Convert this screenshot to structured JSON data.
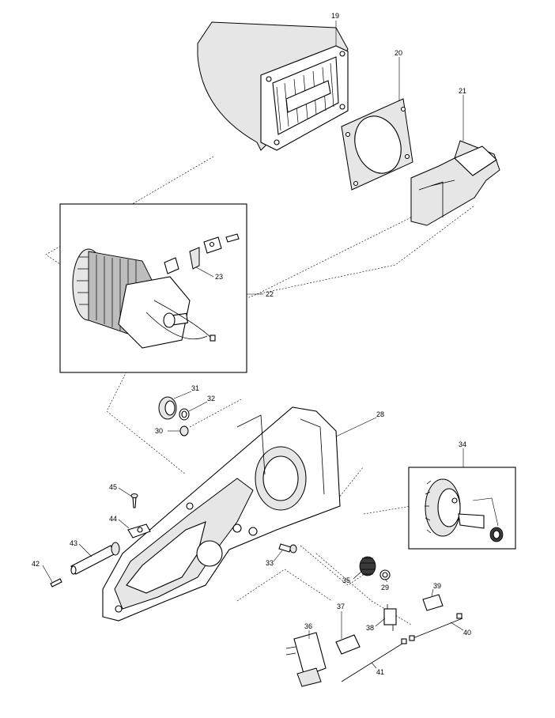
{
  "labels": {
    "p19": "19",
    "p20": "20",
    "p21": "21",
    "p22": "22",
    "p23": "23",
    "p28": "28",
    "p29": "29",
    "p30": "30",
    "p31": "31",
    "p32": "32",
    "p33": "33",
    "p34": "34",
    "p35": "35",
    "p36": "36",
    "p37": "37",
    "p38": "38",
    "p39": "39",
    "p40": "40",
    "p41": "41",
    "p42": "42",
    "p43": "43",
    "p44": "44",
    "p45": "45"
  }
}
